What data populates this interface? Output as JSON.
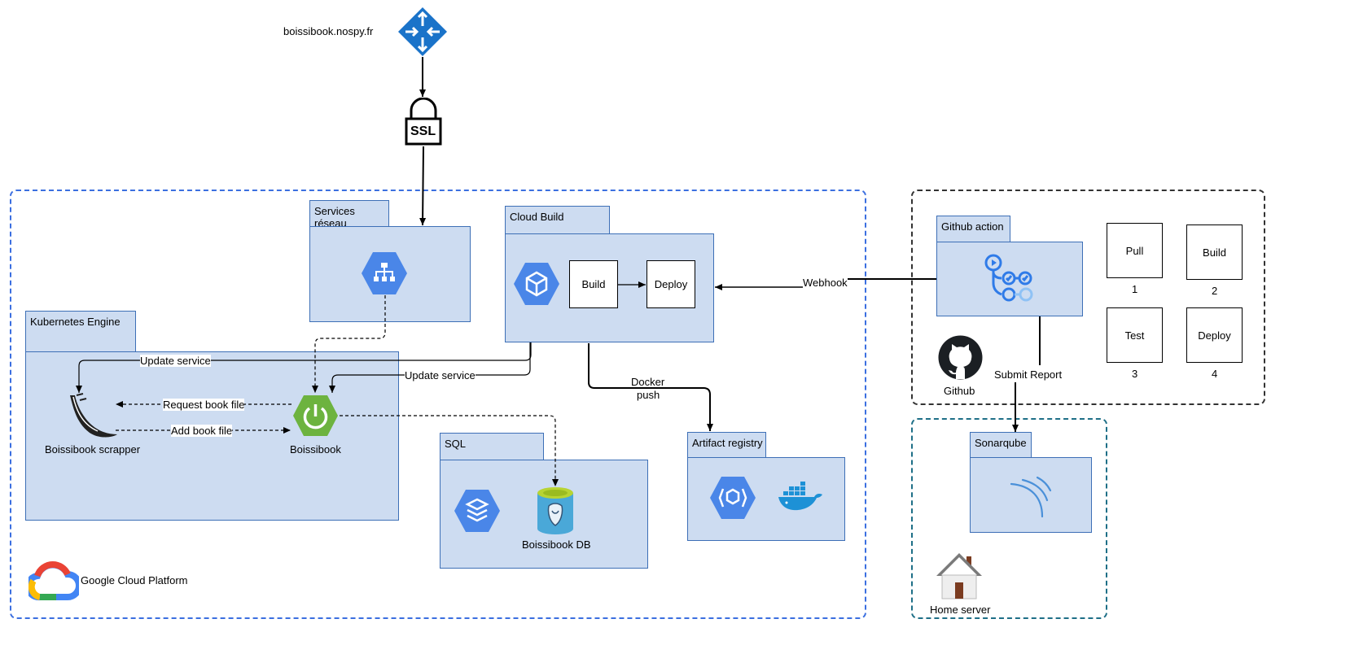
{
  "domain_label": "boissibook.nospy.fr",
  "ssl": "SSL",
  "gcp": {
    "label": "Google Cloud Platform",
    "services_reseau": "Services réseau",
    "cloud_build": {
      "title": "Cloud Build",
      "build": "Build",
      "deploy": "Deploy"
    },
    "kubernetes": {
      "title": "Kubernetes Engine",
      "scrapper": "Boissibook scrapper",
      "boissibook": "Boissibook"
    },
    "sql": {
      "title": "SQL",
      "db": "Boissibook DB"
    },
    "artifact": {
      "title": "Artifact registry"
    }
  },
  "edges": {
    "update_service_1": "Update service",
    "update_service_2": "Update service",
    "request_book_file": "Request book file",
    "add_book_file": "Add book file",
    "docker_push_1": "Docker",
    "docker_push_2": "push",
    "webhook": "Webhook",
    "submit_report": "Submit Report"
  },
  "github": {
    "label": "Github",
    "action_title": "Github action",
    "steps": [
      {
        "label": "Pull",
        "num": "1"
      },
      {
        "label": "Build",
        "num": "2"
      },
      {
        "label": "Test",
        "num": "3"
      },
      {
        "label": "Deploy",
        "num": "4"
      }
    ]
  },
  "home": {
    "label": "Home server",
    "sonarqube": "Sonarqube"
  },
  "colors": {
    "gcp_border": "#3b6fe0",
    "github_border": "#333333",
    "home_border": "#1e6f87",
    "panel_fill": "#cddcf1",
    "gcp_hex": "#4a86e8",
    "spring": "#6db33f"
  }
}
